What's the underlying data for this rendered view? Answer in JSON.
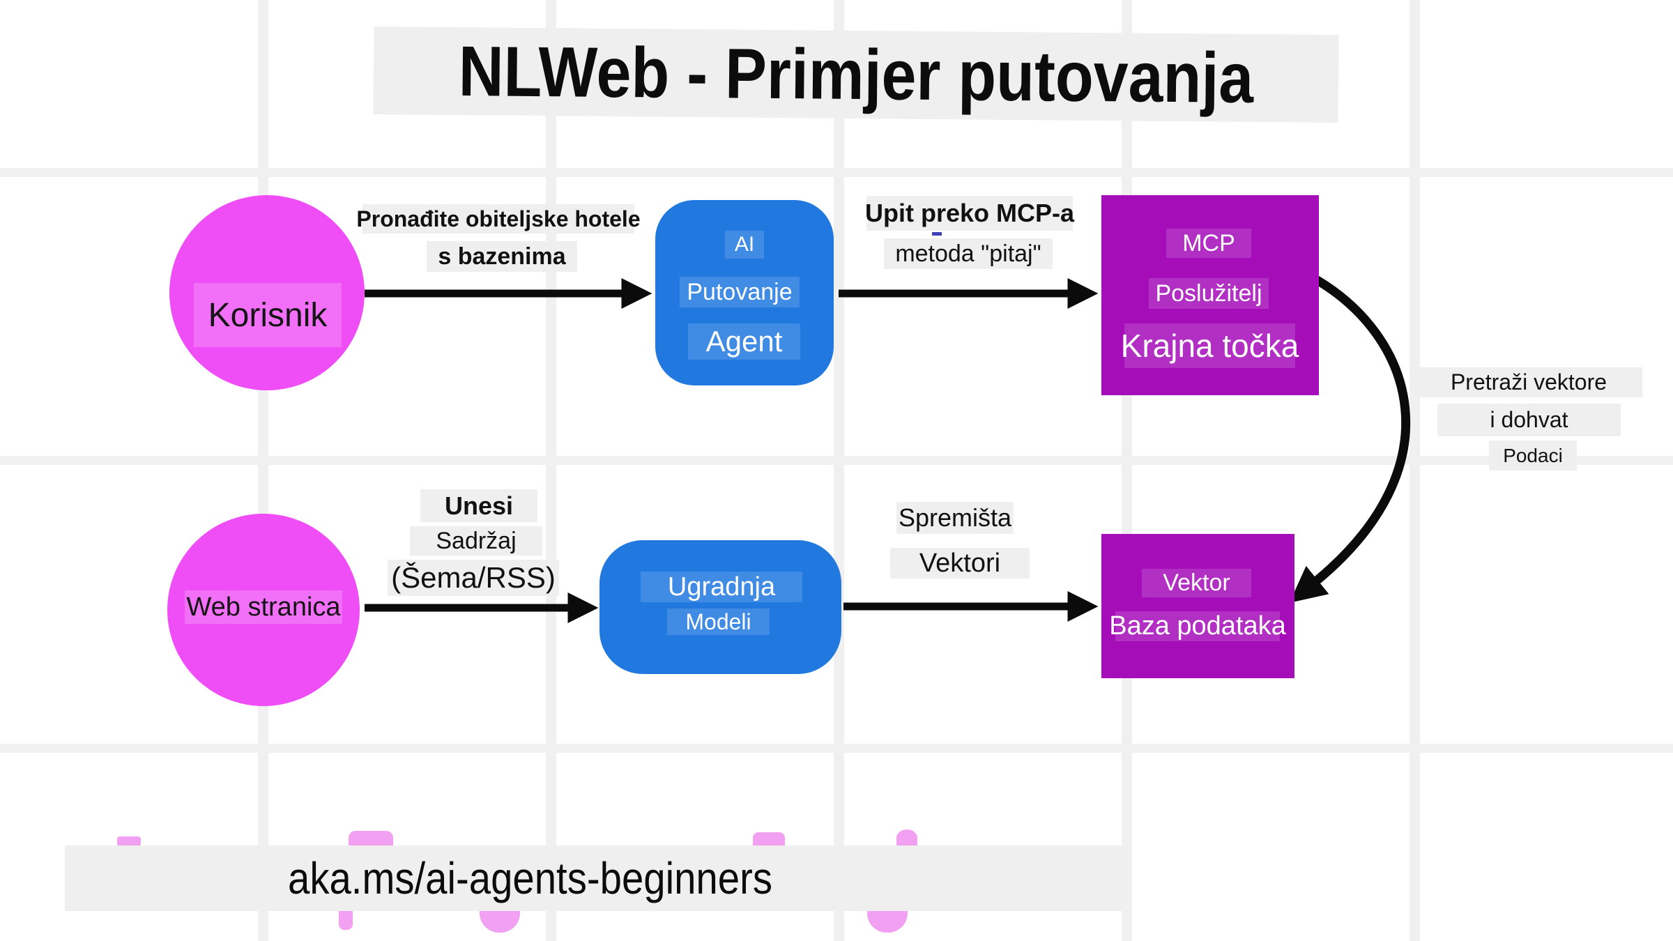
{
  "title": {
    "text": "NLWeb - Primjer putovanja"
  },
  "footer": {
    "link": "aka.ms/ai-agents-beginners"
  },
  "colors": {
    "node_pink": "#EF4DF5",
    "node_blue": "#2179DF",
    "node_purple": "#A50DB8",
    "label_band": "#EFEFEF",
    "arrow_black": "#0B0B0B",
    "remnant_pink": "#F2A0F2"
  },
  "nodes": {
    "user": {
      "label": "Korisnik"
    },
    "website": {
      "label": "Web stranica"
    },
    "agent": {
      "lines": [
        "AI",
        "Putovanje",
        "Agent"
      ]
    },
    "embedding": {
      "lines": [
        "Ugradnja",
        "Modeli"
      ]
    },
    "mcp": {
      "lines": [
        "MCP",
        "Poslužitelj",
        "Krajna točka"
      ]
    },
    "vectordb": {
      "lines": [
        "Vektor",
        "Baza podataka"
      ]
    }
  },
  "edges": {
    "user_agent": {
      "lines": [
        "Pronađite obiteljske hotele",
        "s bazenima"
      ]
    },
    "agent_mcp": {
      "lines": [
        "Upit preko MCP-a",
        "metoda \"pitaj\""
      ]
    },
    "mcp_vectordb": {
      "lines": [
        "Pretraži vektore",
        "i dohvat",
        "Podaci"
      ]
    },
    "website_embedding": {
      "lines": [
        "Unesi",
        "Sadržaj",
        "(Šema/RSS)"
      ]
    },
    "embedding_vectordb": {
      "lines": [
        "Spremišta",
        "Vektori"
      ]
    }
  }
}
